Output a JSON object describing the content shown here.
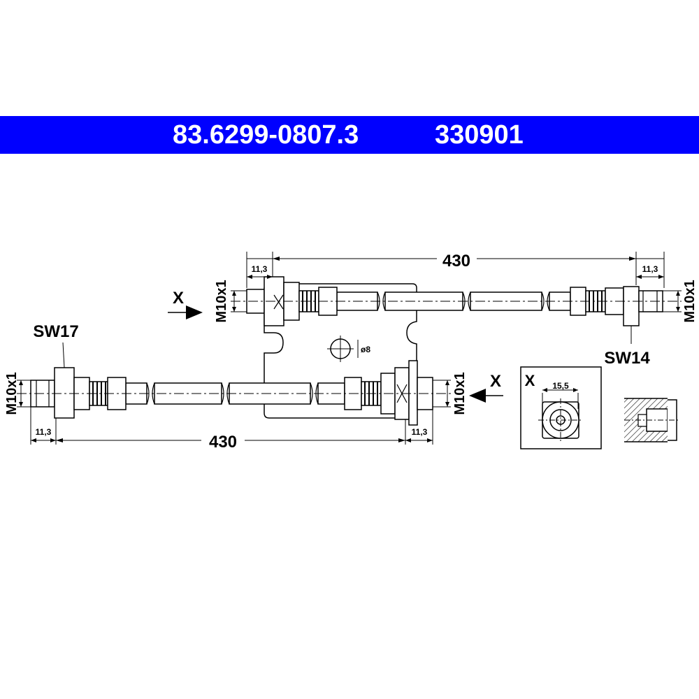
{
  "header": {
    "part_number": "83.6299-0807.3",
    "ref_number": "330901",
    "bg_color": "#0000ff",
    "text_color": "#ffffff"
  },
  "hose_top": {
    "length_label": "430",
    "left_fitting_dim": "11,3",
    "right_fitting_dim": "11,3",
    "left_thread": "M10x1",
    "right_thread": "M10x1",
    "wrench_size": "SW14",
    "view_marker": "X"
  },
  "hose_bottom": {
    "length_label": "430",
    "left_fitting_dim": "11,3",
    "right_fitting_dim": "11,3",
    "left_thread": "M10x1",
    "right_thread": "M10x1",
    "wrench_size": "SW17",
    "view_marker": "X"
  },
  "bracket": {
    "hole_label": "ø8"
  },
  "detail_x": {
    "title": "X",
    "dimension": "15,5"
  }
}
